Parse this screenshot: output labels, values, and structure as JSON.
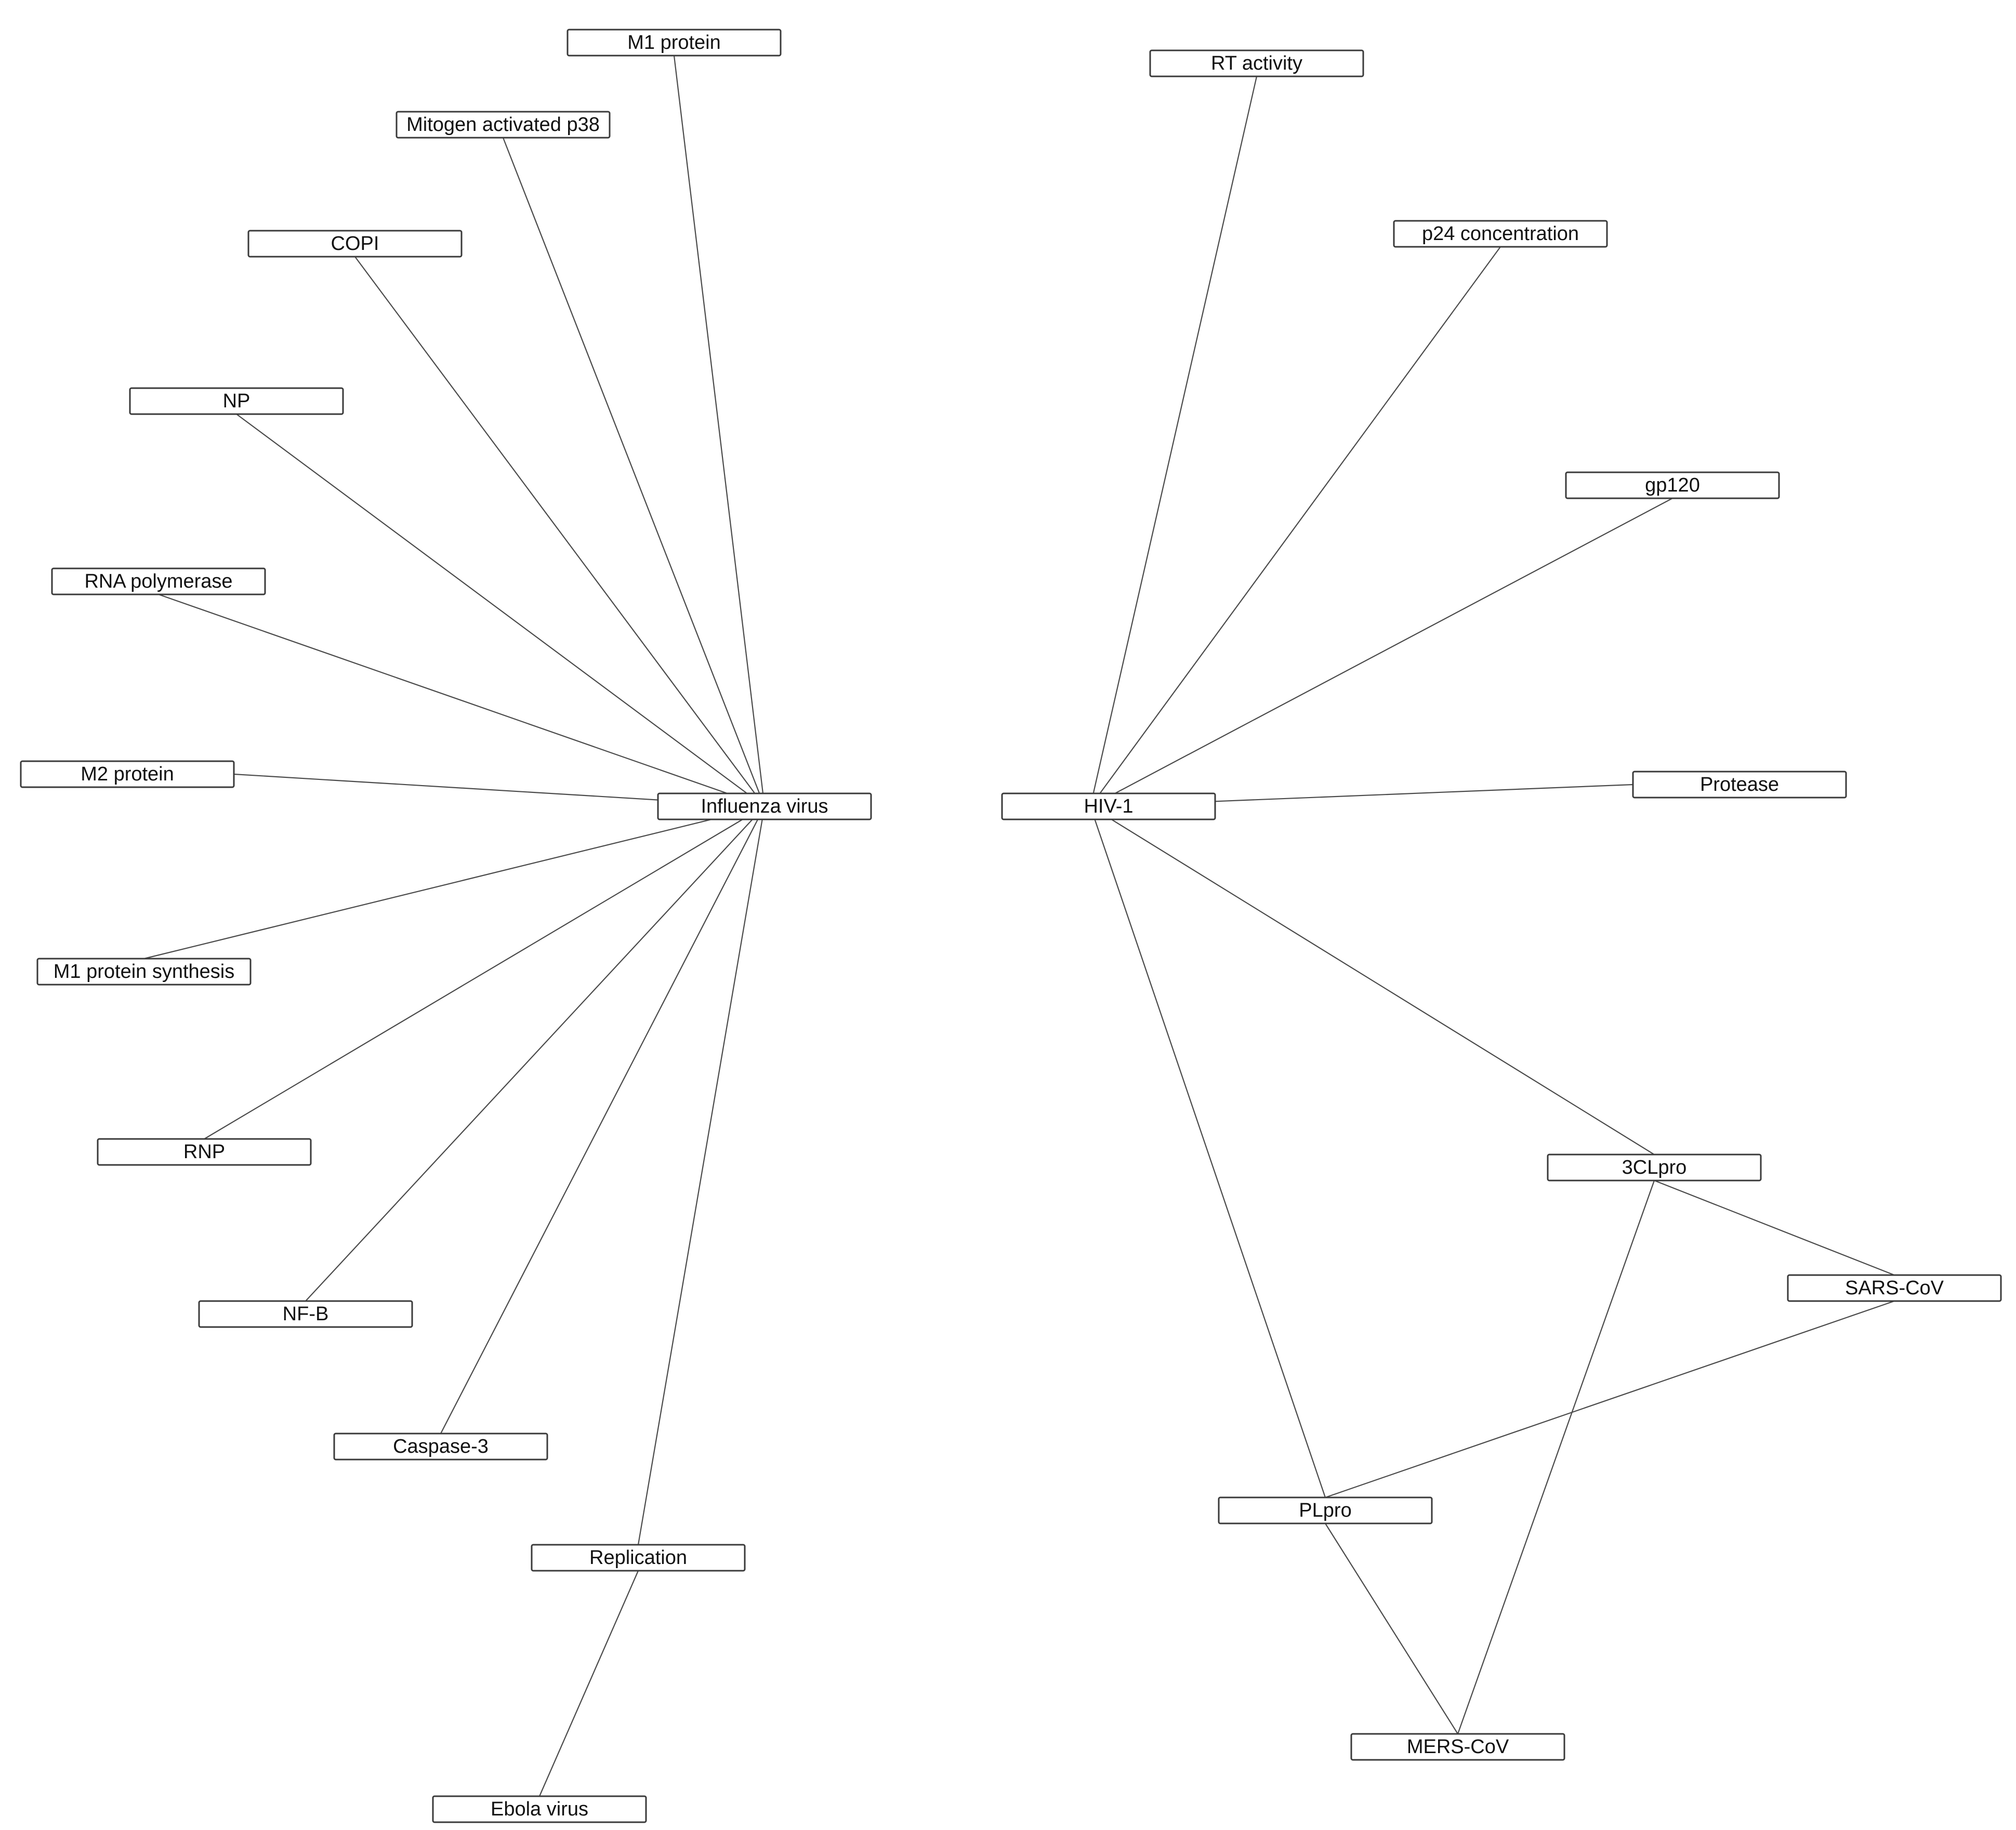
{
  "nodes": {
    "influenza": "Influenza virus",
    "hiv": "HIV-1",
    "m1_protein": "M1 protein",
    "mitogen_p38": "Mitogen activated p38",
    "copi": "COPI",
    "np": "NP",
    "rna_polymerase": "RNA polymerase",
    "m2_protein": "M2 protein",
    "m1_synthesis": "M1 protein synthesis",
    "rnp": "RNP",
    "nfb": "NF-B",
    "caspase3": "Caspase-3",
    "replication": "Replication",
    "ebola": "Ebola virus",
    "rt_activity": "RT activity",
    "p24": "p24 concentration",
    "gp120": "gp120",
    "protease": "Protease",
    "clpro": "3CLpro",
    "sars": "SARS-CoV",
    "plpro": "PLpro",
    "mers": "MERS-CoV"
  },
  "edges": [
    [
      "influenza",
      "m1_protein"
    ],
    [
      "influenza",
      "mitogen_p38"
    ],
    [
      "influenza",
      "copi"
    ],
    [
      "influenza",
      "np"
    ],
    [
      "influenza",
      "rna_polymerase"
    ],
    [
      "influenza",
      "m2_protein"
    ],
    [
      "influenza",
      "m1_synthesis"
    ],
    [
      "influenza",
      "rnp"
    ],
    [
      "influenza",
      "nfb"
    ],
    [
      "influenza",
      "caspase3"
    ],
    [
      "influenza",
      "replication"
    ],
    [
      "replication",
      "ebola"
    ],
    [
      "hiv",
      "rt_activity"
    ],
    [
      "hiv",
      "p24"
    ],
    [
      "hiv",
      "gp120"
    ],
    [
      "hiv",
      "protease"
    ],
    [
      "hiv",
      "clpro"
    ],
    [
      "hiv",
      "plpro"
    ],
    [
      "clpro",
      "sars"
    ],
    [
      "clpro",
      "mers"
    ],
    [
      "sars",
      "plpro"
    ],
    [
      "plpro",
      "mers"
    ]
  ]
}
